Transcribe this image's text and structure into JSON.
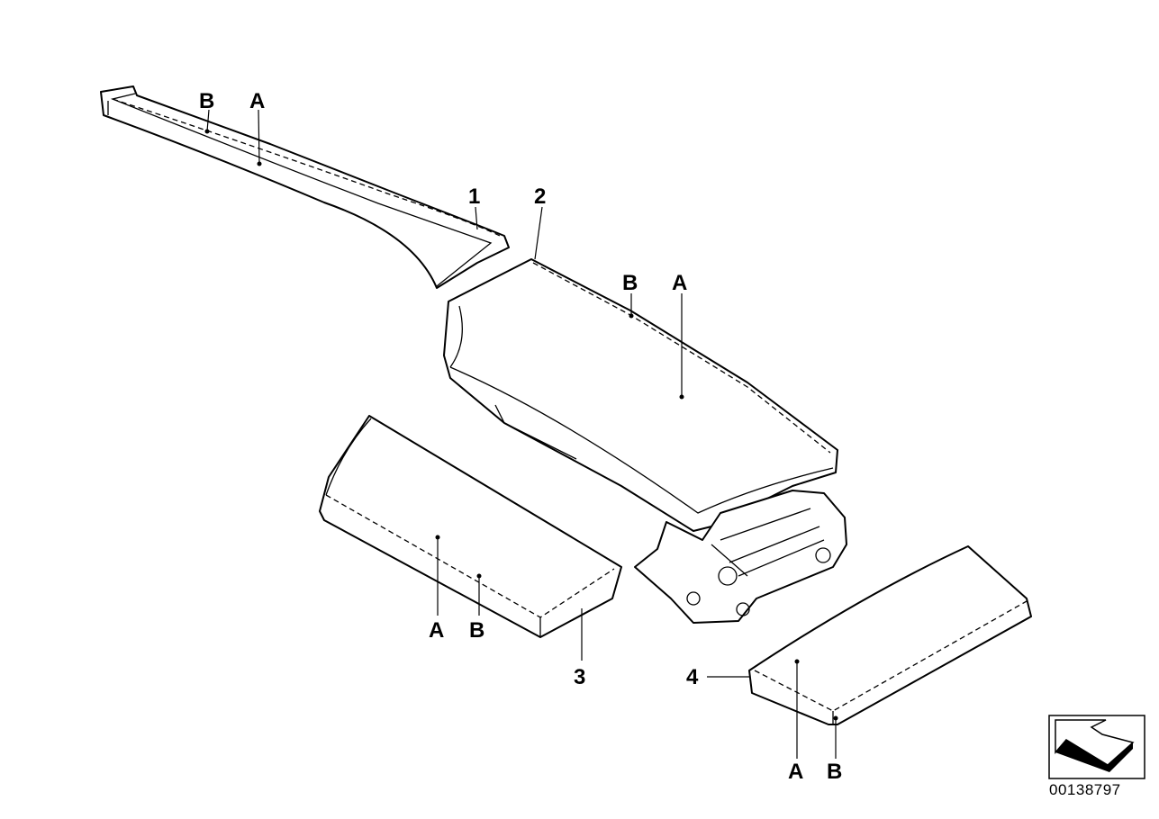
{
  "diagram": {
    "parts": [
      {
        "number": "1",
        "markers": [
          "A",
          "B"
        ]
      },
      {
        "number": "2",
        "markers": [
          "A",
          "B"
        ]
      },
      {
        "number": "3",
        "markers": [
          "A",
          "B"
        ]
      },
      {
        "number": "4",
        "markers": [
          "A",
          "B"
        ]
      }
    ],
    "marker_a": "A",
    "marker_b": "B",
    "document_number": "00138797",
    "orientation_icon": "arrow-orientation-icon"
  }
}
